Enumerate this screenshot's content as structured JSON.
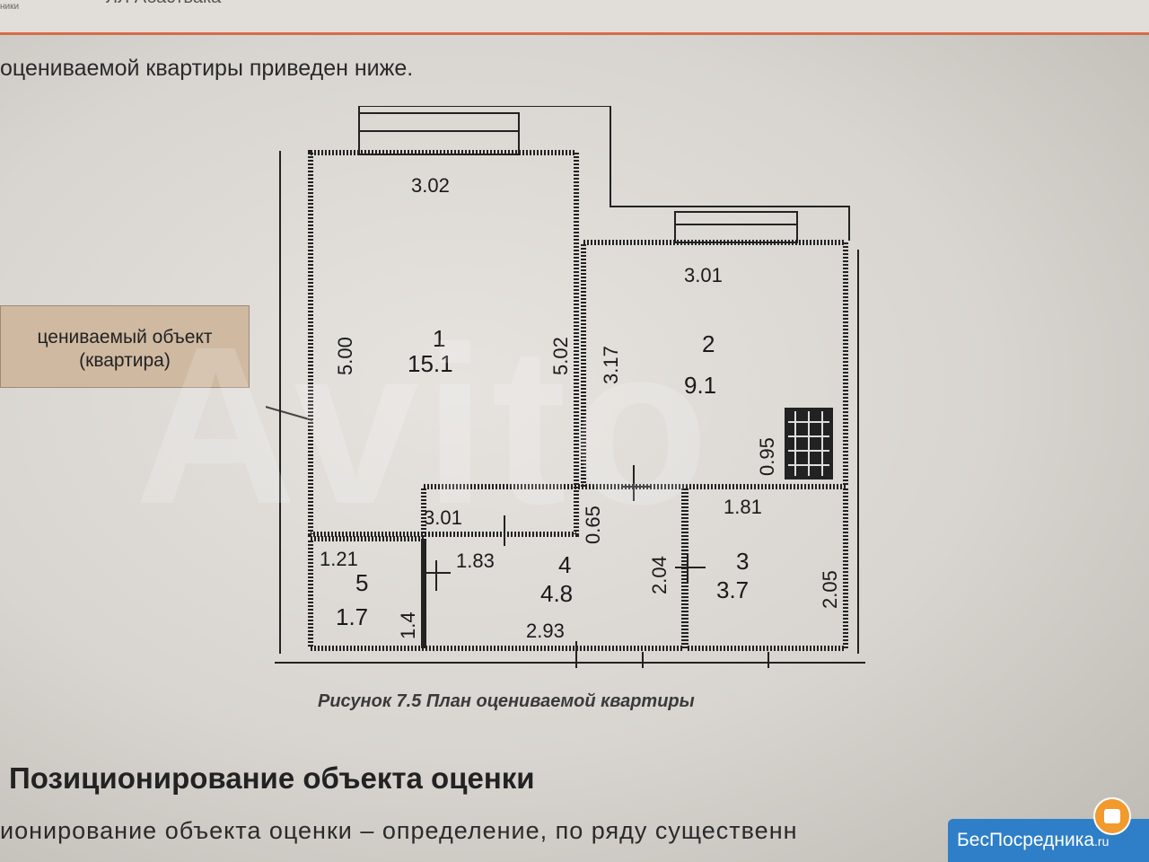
{
  "header": {
    "left": "ники",
    "middle": "ЛЛ Абаствака"
  },
  "intro_text": "оцениваемой квартиры приведен ниже.",
  "callout": {
    "line1": "цениваемый объект",
    "line2": "(квартира)"
  },
  "plan": {
    "room1": {
      "number": "1",
      "area": "15.1",
      "top": "3.02",
      "left": "5.00",
      "right": "5.02",
      "bottom": "3.01"
    },
    "room2": {
      "number": "2",
      "area": "9.1",
      "top": "3.01",
      "left": "3.17",
      "small": "0.95"
    },
    "room3": {
      "number": "3",
      "area": "3.7",
      "top": "1.81",
      "right": "2.05"
    },
    "room4": {
      "number": "4",
      "area": "4.8",
      "top": "1.83",
      "bottom": "2.93",
      "right": "2.04",
      "door": "0.65"
    },
    "room5": {
      "number": "5",
      "area": "1.7",
      "top": "1.21",
      "side": "1.4"
    }
  },
  "caption": "Рисунок 7.5 План оцениваемой квартиры",
  "section_title": "Позиционирование объекта оценки",
  "body_text": "ионирование объекта оценки – определение, по ряду существенн",
  "watermark": "Avito",
  "badge": {
    "text": "БесПосредника",
    "suffix": ".ru"
  },
  "colors": {
    "accent_line": "#d86a4a",
    "callout": "#cfb9a1",
    "badge": "#2e7fc8"
  }
}
